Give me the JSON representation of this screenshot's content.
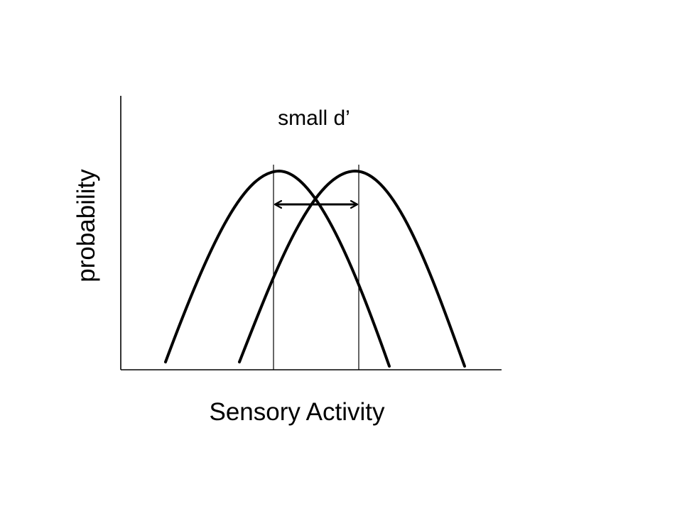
{
  "labels": {
    "title": "small d’",
    "ylabel": "probability",
    "xlabel": "Sensory Activity"
  },
  "colors": {
    "ink": "#000000",
    "background": "#ffffff"
  }
}
